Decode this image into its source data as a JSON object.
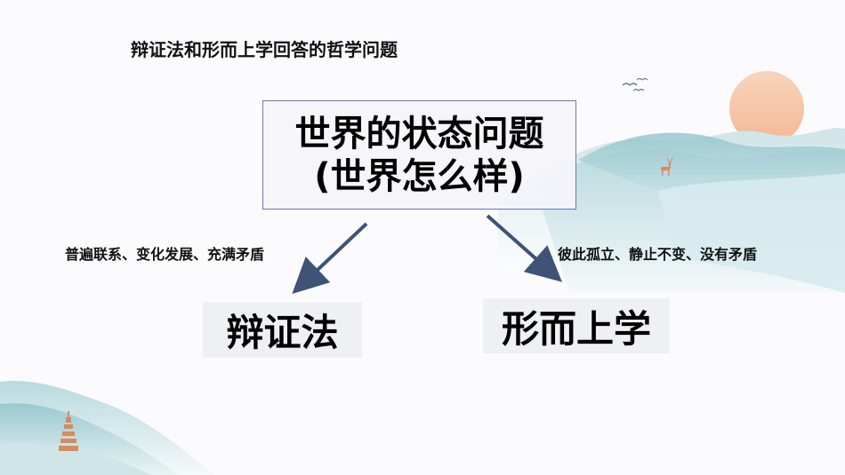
{
  "title": "辩证法和形而上学回答的哲学问题",
  "central": {
    "line1": "世界的状态问题",
    "line2": "(世界怎么样)"
  },
  "left_edge_label": "普遍联系、变化发展、充满矛盾",
  "right_edge_label": "彼此孤立、静止不变、没有矛盾",
  "left_node": "辩证法",
  "right_node": "形而上学",
  "colors": {
    "arrow": "#3f5278",
    "box_border": "#6e76b8",
    "sun": "#f6c5a5",
    "mountain": "#a9cfd4"
  }
}
